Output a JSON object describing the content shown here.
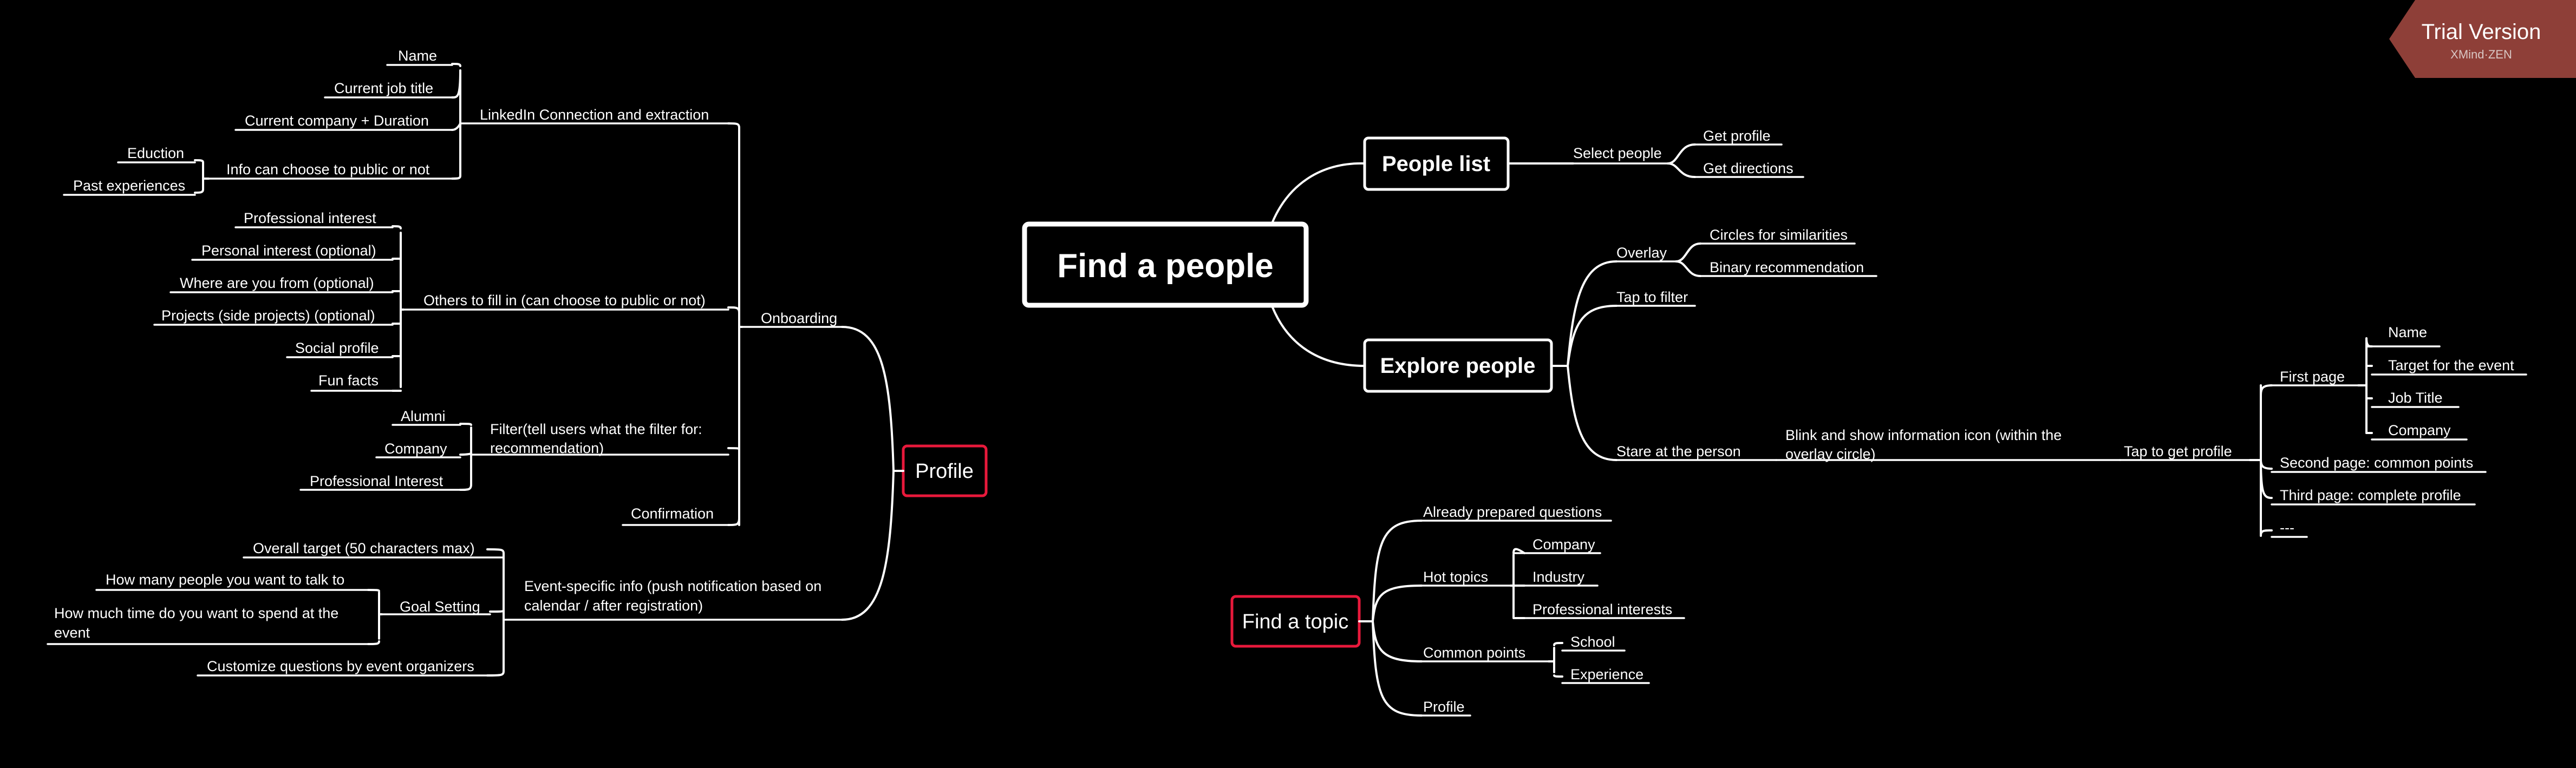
{
  "root": {
    "label": "Find a people"
  },
  "badge": {
    "title": "Trial Version",
    "subtitle": "XMind·ZEN"
  },
  "people_list": {
    "label": "People list",
    "select_people": "Select people",
    "get_profile": "Get profile",
    "get_directions": "Get directions"
  },
  "explore_people": {
    "label": "Explore people",
    "overlay": "Overlay",
    "circles": "Circles for similarities",
    "binary": "Binary recommendation",
    "tap_filter": "Tap to filter",
    "stare": "Stare at the person",
    "blink_1": "Blink and show information icon (within the",
    "blink_2": "overlay circle)",
    "tap_profile": "Tap to get profile",
    "first_page": "First page",
    "fp_name": "Name",
    "fp_target": "Target for the event",
    "fp_job": "Job Title",
    "fp_company": "Company",
    "second_page": "Second page: common points",
    "third_page": "Third page: complete profile",
    "ellipsis": "---"
  },
  "find_topic": {
    "label": "Find a topic",
    "prepared": "Already prepared questions",
    "hot_topics": "Hot topics",
    "ht_company": "Company",
    "ht_industry": "Industry",
    "ht_prof": "Professional interests",
    "common_points": "Common points",
    "cp_school": "School",
    "cp_experience": "Experience",
    "profile": "Profile"
  },
  "profile": {
    "label": "Profile",
    "onboarding": "Onboarding",
    "linkedin": "LinkedIn Connection and extraction",
    "li_name": "Name",
    "li_job": "Current job title",
    "li_company": "Current company + Duration",
    "li_info": "Info can choose to public or not",
    "li_education": "Eduction",
    "li_past": "Past experiences",
    "others": "Others to fill in (can choose to public or not)",
    "o_professional": "Professional interest",
    "o_personal": "Personal interest (optional)",
    "o_where": "Where are you from (optional)",
    "o_projects": "Projects (side projects) (optional)",
    "o_social": "Social profile",
    "o_fun": "Fun facts",
    "filter_1": "Filter(tell users what the filter for:",
    "filter_2": "recommendation)",
    "f_alumni": "Alumni",
    "f_company": "Company",
    "f_prof": "Professional Interest",
    "confirmation": "Confirmation",
    "event_1": "Event-specific info (push notification based on",
    "event_2": "calendar / after registration)",
    "overall_target": "Overall target (50 characters max)",
    "goal_setting": "Goal Setting",
    "g_people": "How many people you want to talk to",
    "g_time_1": "How much time do you want to spend at the",
    "g_time_2": "event",
    "customize": "Customize questions by event organizers"
  }
}
